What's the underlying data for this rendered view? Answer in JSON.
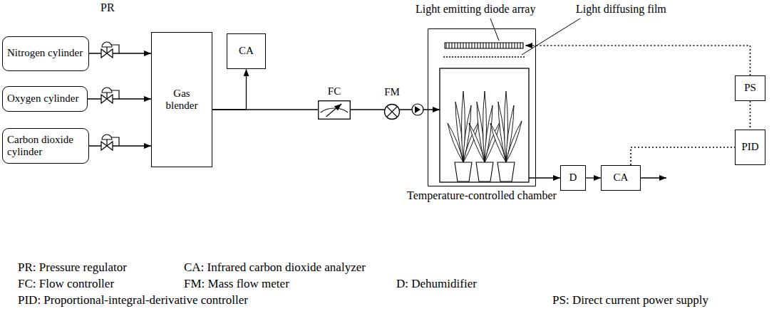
{
  "diagram": {
    "nodes": [
      {
        "text": [
          "Nitrogen cylinder"
        ]
      },
      {
        "text": [
          "Oxygen cylinder"
        ]
      },
      {
        "text": [
          "Carbon dioxide cylinder"
        ]
      },
      {
        "text": [
          "Gas blender"
        ]
      },
      {
        "text": [
          "CA"
        ]
      },
      {
        "text": [
          "FC"
        ]
      },
      {
        "text": [
          "FM"
        ]
      },
      {
        "text": [
          "Temperature-controlled chamber"
        ]
      },
      {
        "text": [
          "D"
        ]
      },
      {
        "text": [
          "CA"
        ]
      },
      {
        "text": [
          "PS"
        ]
      },
      {
        "text": [
          "PID"
        ]
      }
    ],
    "edges": [
      {
        "from": 0,
        "to": 3,
        "arrow": "to"
      },
      {
        "from": 1,
        "to": 3,
        "arrow": "to"
      },
      {
        "from": 2,
        "to": 3,
        "arrow": "to"
      },
      {
        "from": 3,
        "to": 4,
        "arrow": "to"
      },
      {
        "from": 3,
        "to": 5,
        "arrow": "none"
      },
      {
        "from": 5,
        "to": 6,
        "arrow": "none"
      },
      {
        "from": 6,
        "to": 7,
        "arrow": "to"
      },
      {
        "from": 7,
        "to": 8,
        "arrow": "to"
      },
      {
        "from": 8,
        "to": 9,
        "arrow": "to"
      },
      {
        "from": 9,
        "to": 11,
        "arrow": "none"
      },
      {
        "from": 10,
        "to": 11,
        "arrow": "none"
      },
      {
        "from": 10,
        "to": 7,
        "arrow": "to"
      }
    ],
    "labels": [
      "PR",
      "Light emitting diode array",
      "Light diffusing film",
      "PR: Pressure regulator",
      "CA: Infrared carbon dioxide analyzer",
      "FC: Flow controller",
      "FM: Mass flow meter",
      "D: Dehumidifier",
      "PID: Proportional-integral-derivative controller",
      "PS: Direct current power supply"
    ]
  }
}
